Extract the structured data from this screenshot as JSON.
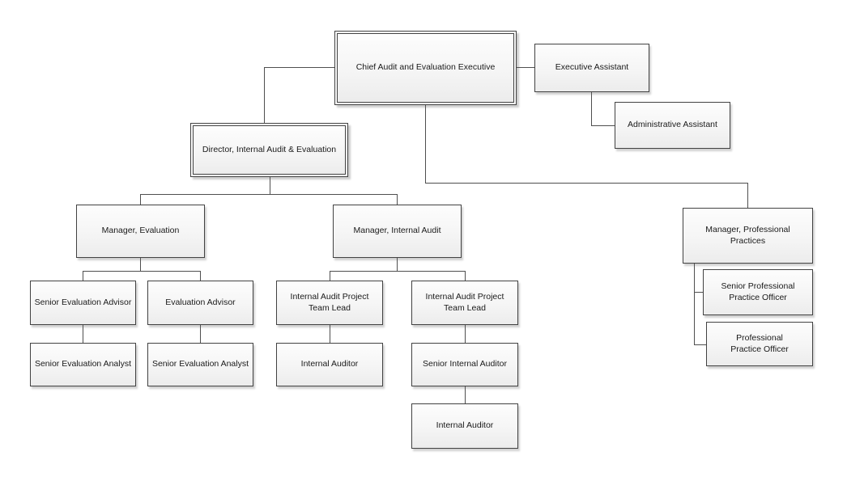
{
  "diagram": {
    "type": "org-chart",
    "colors": {
      "background": "#ffffff",
      "box_border": "#424242",
      "box_fill_top": "#fdfdfd",
      "box_fill_bottom": "#ececec",
      "connector": "#4f4f4f",
      "text": "#1a1a1a",
      "shadow": "rgba(90,90,90,0.3)"
    }
  },
  "nodes": {
    "chief": {
      "label": "Chief Audit and Evaluation Executive",
      "emphasis": "double-border"
    },
    "executive_assistant": {
      "label": "Executive Assistant"
    },
    "administrative_assistant": {
      "label": "Administrative Assistant"
    },
    "director": {
      "label": "Director, Internal Audit & Evaluation",
      "emphasis": "double-border"
    },
    "manager_evaluation": {
      "label": "Manager, Evaluation"
    },
    "manager_internal_audit": {
      "label": "Manager, Internal Audit"
    },
    "manager_professional_practices": {
      "label": "Manager, Professional Practices"
    },
    "senior_evaluation_advisor": {
      "label": "Senior Evaluation Advisor"
    },
    "evaluation_advisor": {
      "label": "Evaluation Advisor"
    },
    "senior_evaluation_analyst_1": {
      "label": "Senior Evaluation Analyst"
    },
    "senior_evaluation_analyst_2": {
      "label": "Senior Evaluation Analyst"
    },
    "internal_audit_project_team_lead_1": {
      "label": "Internal Audit Project Team Lead"
    },
    "internal_audit_project_team_lead_2": {
      "label": "Internal Audit Project Team Lead"
    },
    "internal_auditor_1": {
      "label": "Internal Auditor"
    },
    "senior_internal_auditor": {
      "label": "Senior Internal Auditor"
    },
    "internal_auditor_2": {
      "label": "Internal Auditor"
    },
    "senior_professional_practice_officer": {
      "label": "Senior Professional Practice Officer"
    },
    "professional_practice_officer": {
      "label": "Professional Practice Officer"
    }
  },
  "edges": [
    {
      "from": "chief",
      "to": "executive_assistant"
    },
    {
      "from": "executive_assistant",
      "to": "administrative_assistant"
    },
    {
      "from": "chief",
      "to": "director"
    },
    {
      "from": "chief",
      "to": "manager_professional_practices"
    },
    {
      "from": "director",
      "to": "manager_evaluation"
    },
    {
      "from": "director",
      "to": "manager_internal_audit"
    },
    {
      "from": "manager_evaluation",
      "to": "senior_evaluation_advisor"
    },
    {
      "from": "manager_evaluation",
      "to": "evaluation_advisor"
    },
    {
      "from": "senior_evaluation_advisor",
      "to": "senior_evaluation_analyst_1"
    },
    {
      "from": "evaluation_advisor",
      "to": "senior_evaluation_analyst_2"
    },
    {
      "from": "manager_internal_audit",
      "to": "internal_audit_project_team_lead_1"
    },
    {
      "from": "manager_internal_audit",
      "to": "internal_audit_project_team_lead_2"
    },
    {
      "from": "internal_audit_project_team_lead_1",
      "to": "internal_auditor_1"
    },
    {
      "from": "internal_audit_project_team_lead_2",
      "to": "senior_internal_auditor"
    },
    {
      "from": "senior_internal_auditor",
      "to": "internal_auditor_2"
    },
    {
      "from": "manager_professional_practices",
      "to": "senior_professional_practice_officer"
    },
    {
      "from": "manager_professional_practices",
      "to": "professional_practice_officer"
    }
  ]
}
